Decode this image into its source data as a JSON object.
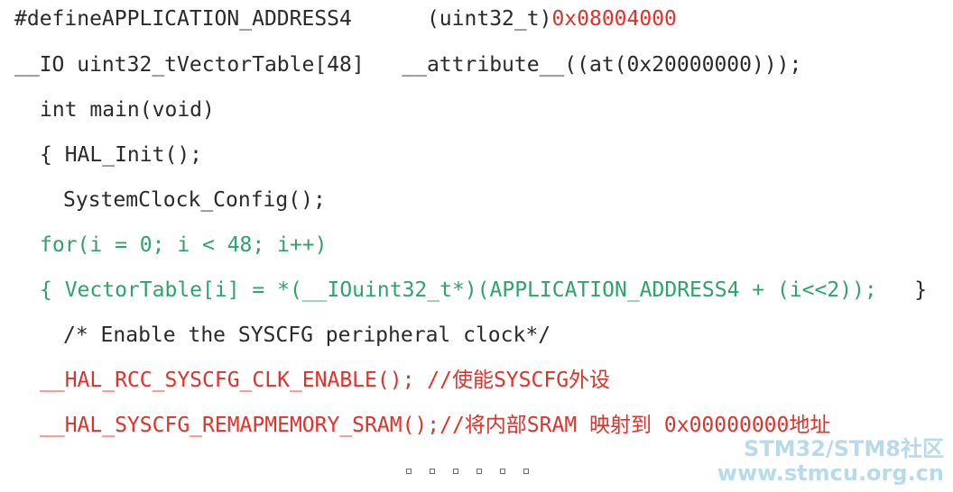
{
  "code": {
    "line1_a": "#defineAPPLICATION_ADDRESS4      (uint32_t)",
    "line1_b": "0x08004000",
    "line2": "__IO uint32_tVectorTable[48]   __attribute__((at(0x20000000)));",
    "line3": "int main(void)",
    "line4": "{ HAL_Init();",
    "line5": "SystemClock_Config();",
    "line6": "for(i = 0; i < 48; i++)",
    "line7_a": "{ VectorTable[i] = *(__IOuint32_t*)(APPLICATION_ADDRESS4 + (i<<2));",
    "line7_b": "   }",
    "line8": "/* Enable the SYSCFG peripheral clock*/",
    "line9": "__HAL_RCC_SYSCFG_CLK_ENABLE(); //使能SYSCFG外设",
    "line10": "__HAL_SYSCFG_REMAPMEMORY_SRAM();//将内部SRAM 映射到 0x00000000地址"
  },
  "watermark": {
    "title": "STM32/STM8社区",
    "url": "www.stmcu.org.cn"
  },
  "colors": {
    "text": "#2a2a2a",
    "red": "#e0322a",
    "green": "#2ea36b",
    "watermark": "#b8dbe9"
  }
}
